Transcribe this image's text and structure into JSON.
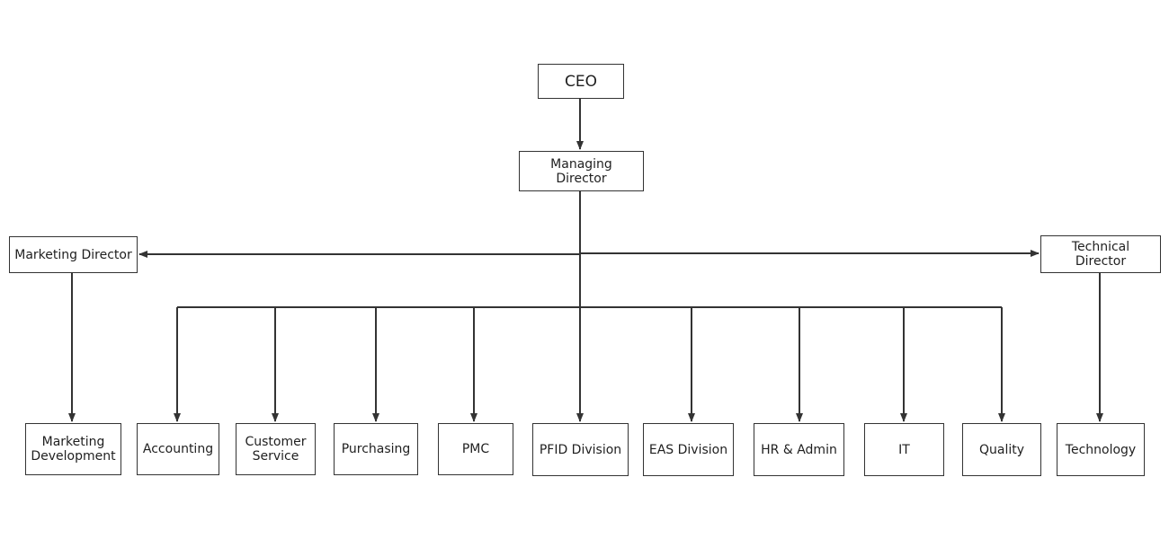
{
  "org_chart": {
    "ceo": "CEO",
    "managing_director": "Managing Director",
    "marketing_director": "Marketing Director",
    "technical_director": "Technical Director",
    "marketing_development": "Marketing\nDevelopment",
    "accounting": "Accounting",
    "customer_service": "Customer\nService",
    "purchasing": "Purchasing",
    "pmc": "PMC",
    "pfid_division": "PFID Division",
    "eas_division": "EAS Division",
    "hr_admin": "HR & Admin",
    "it": "IT",
    "quality": "Quality",
    "technology": "Technology"
  },
  "colors": {
    "line": "#333333",
    "box_border": "#333333",
    "background": "#ffffff"
  }
}
